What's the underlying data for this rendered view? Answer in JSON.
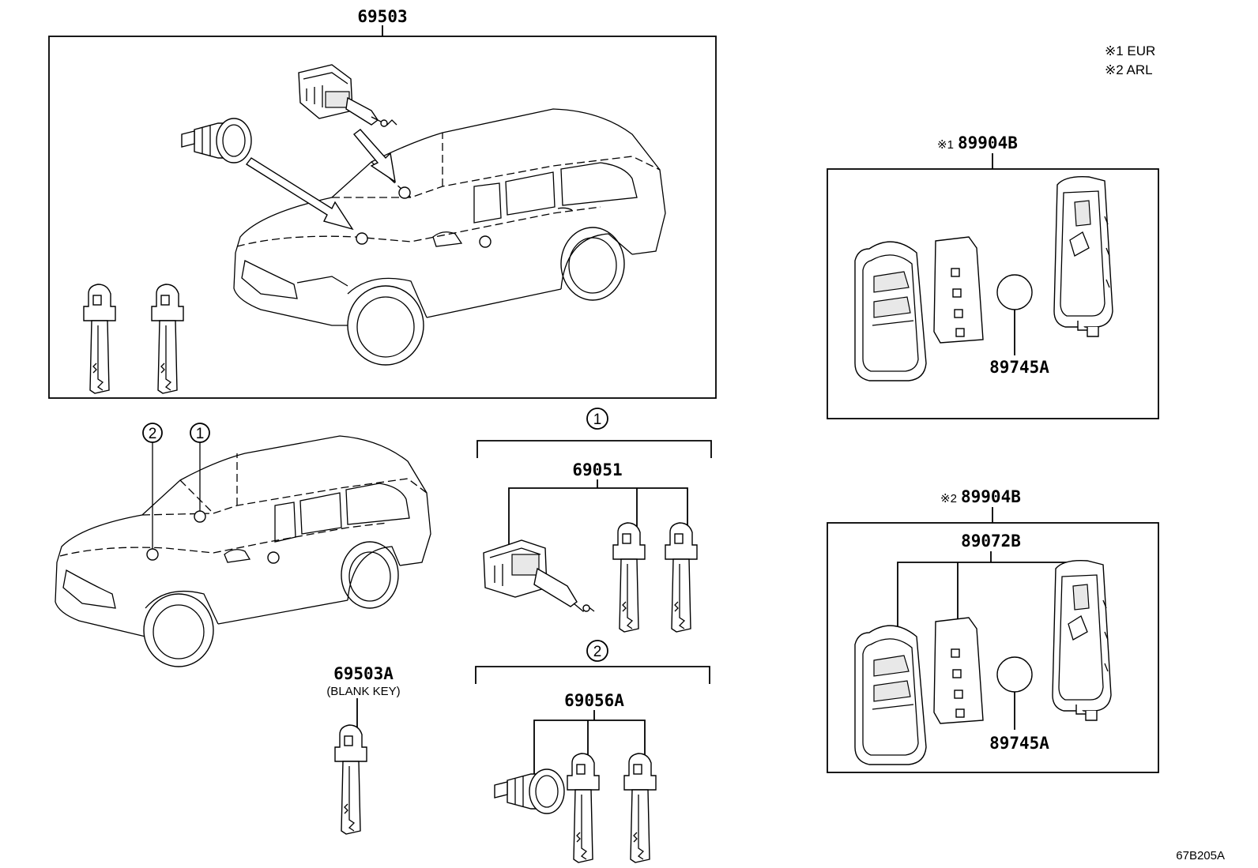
{
  "notes": {
    "note1": "※1 EUR",
    "note2": "※2 ARL"
  },
  "labels": {
    "main_assembly": "69503",
    "smart_key_eur_mark": "※1",
    "smart_key_eur": "89904B",
    "battery_eur": "89745A",
    "smart_key_arl_mark": "※2",
    "smart_key_arl": "89904B",
    "smart_key_sub_arl": "89072B",
    "battery_arl": "89745A",
    "cylinder_set_1": "69051",
    "cylinder_set_2": "69056A",
    "blank_key": "69503A",
    "blank_key_note": "(BLANK KEY)",
    "circle_1": "1",
    "circle_2": "2",
    "diagram_code": "67B205A"
  }
}
